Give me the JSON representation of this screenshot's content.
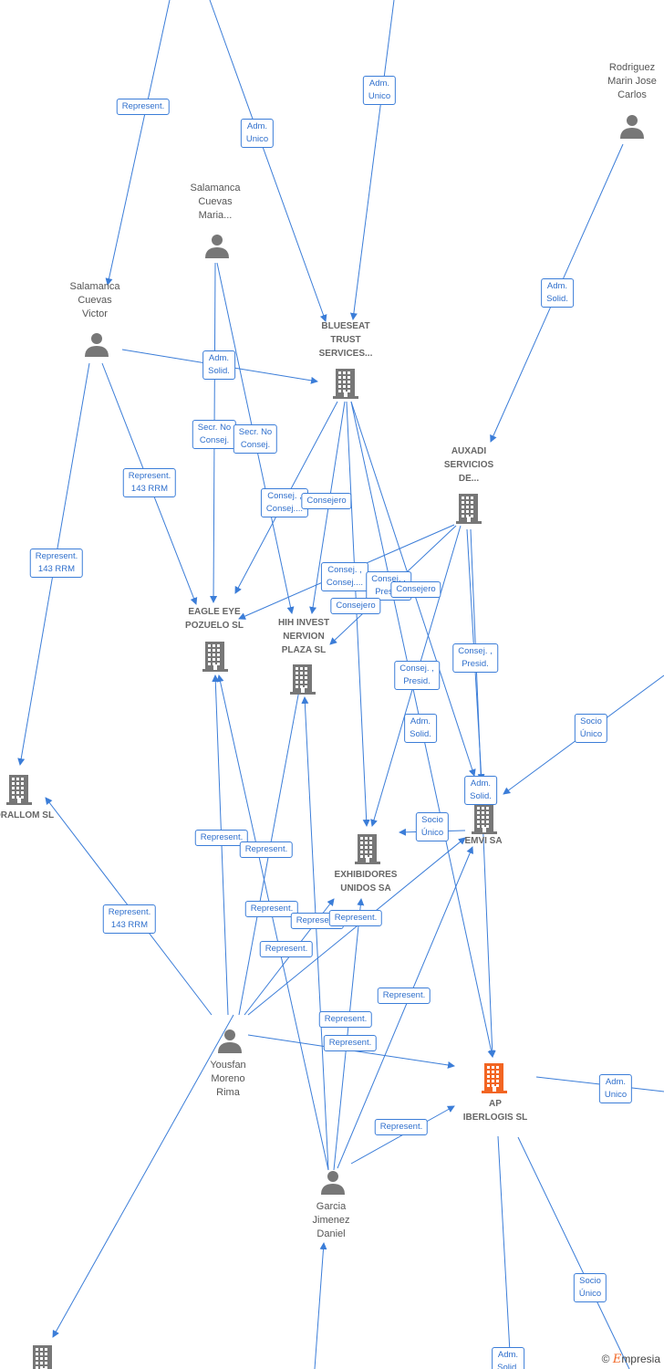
{
  "colors": {
    "edge": "#3b7dd8",
    "node_icon": "#777777",
    "main_icon": "#f26522",
    "label_border": "#3b7dd8"
  },
  "nodes": {
    "rodriguez": {
      "name": "Rodriguez\nMarin Jose\nCarlos",
      "type": "person"
    },
    "salamanca_maria": {
      "name": "Salamanca\nCuevas\nMaria...",
      "type": "person"
    },
    "salamanca_victor": {
      "name": "Salamanca\nCuevas\nVictor",
      "type": "person"
    },
    "blueseat": {
      "name": "BLUESEAT\nTRUST\nSERVICES...",
      "type": "company"
    },
    "auxadi": {
      "name": "AUXADI\nSERVICIOS\nDE...",
      "type": "company"
    },
    "eagle_eye": {
      "name": "EAGLE EYE\nPOZUELO  SL",
      "type": "company"
    },
    "hih_invest": {
      "name": "HIH INVEST\nNERVION\nPLAZA  SL",
      "type": "company"
    },
    "orallom": {
      "name": "ORALLOM SL",
      "type": "company"
    },
    "exhibidores": {
      "name": "EXHIBIDORES\nUNIDOS SA",
      "type": "company"
    },
    "emvi": {
      "name": "EMVI SA",
      "type": "company"
    },
    "ap_iberlogis": {
      "name": "AP\nIBERLOGIS  SL",
      "type": "main"
    },
    "yousfan": {
      "name": "Yousfan\nMoreno\nRima",
      "type": "person"
    },
    "garcia": {
      "name": "Garcia\nJimenez\nDaniel",
      "type": "person"
    },
    "bottom_company": {
      "name": "",
      "type": "company"
    }
  },
  "edge_labels": [
    "Represent.",
    "Adm.\nUnico",
    "Adm.\nUnico",
    "Adm.\nSolid.",
    "Adm.\nSolid.",
    "Secr.  No\nConsej.",
    "Secr.  No\nConsej.",
    "Represent.\n143 RRM",
    "Represent.\n143 RRM",
    "Consej. ,\nConsej....",
    "Consejero",
    "Consej. ,\nConsej....",
    "Consej. ,\nPresid.",
    "Consejero",
    "Consejero",
    "Consej. ,\nPresid.",
    "Consej. ,\nPresid.",
    "Adm.\nSolid.",
    "Adm.\nSolid.",
    "Socio\nÚnico",
    "Socio\nÚnico",
    "Represent.\n143 RRM",
    "Represent.",
    "Represent.",
    "Represent.",
    "Represent.",
    "Represent.",
    "Represent.",
    "Represent.",
    "Represent.",
    "Represent.",
    "Represent.",
    "Adm.\nUnico",
    "Socio\nÚnico",
    "Adm.\nSolid."
  ],
  "brand": {
    "copyright": "©",
    "name": "mpresia",
    "initial": "E"
  }
}
